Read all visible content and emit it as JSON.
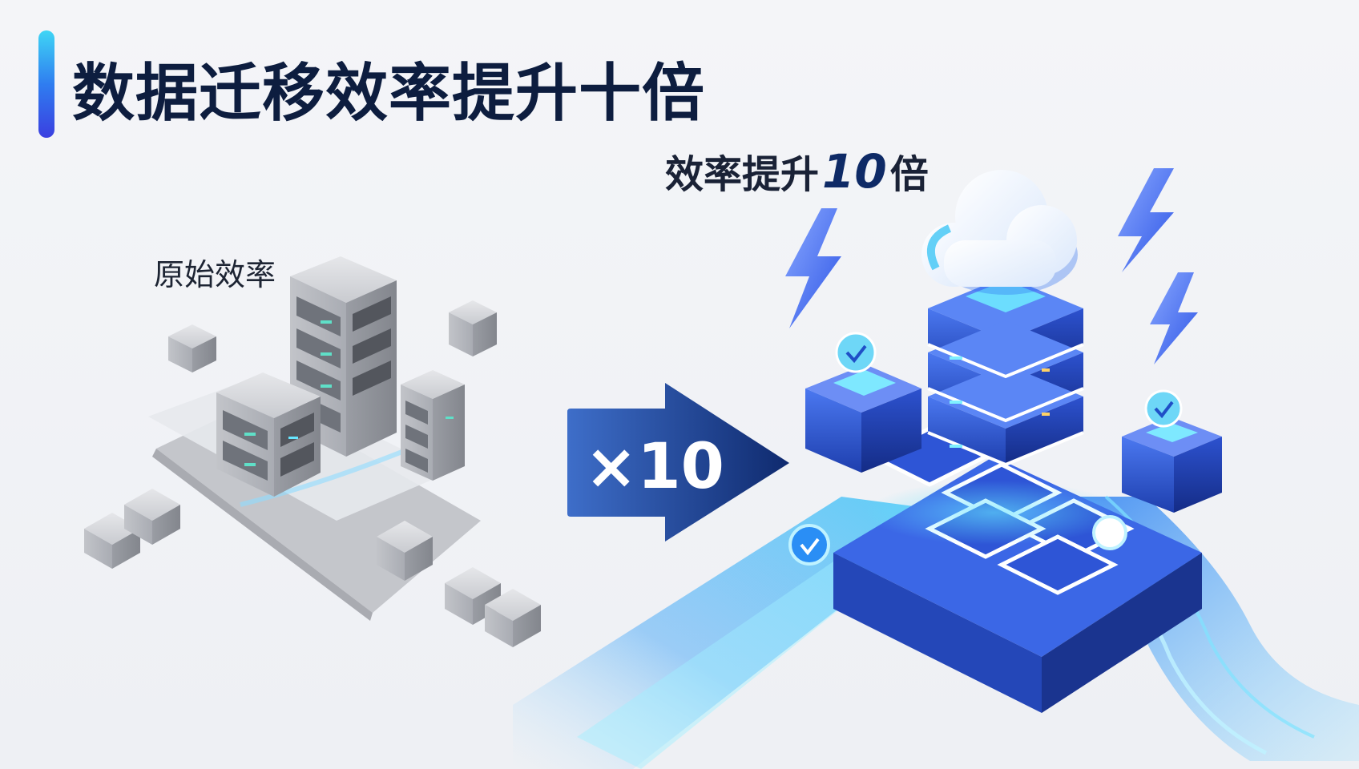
{
  "title": "数据迁移效率提升十倍",
  "original_label": "原始效率",
  "boost_label_prefix": "效率提升",
  "boost_label_number": "10",
  "boost_label_suffix": "倍",
  "multiplier_text": "×10",
  "colors": {
    "title": "#0d1d3f",
    "accent_blue": "#2f5fd8",
    "deep_blue": "#0e2a66",
    "cyan": "#3fd6f5",
    "gray_server": "#b9bcc3"
  },
  "icons": [
    "lightning-bolt-icon",
    "cloud-icon",
    "check-badge-icon",
    "server-rack-icon"
  ]
}
